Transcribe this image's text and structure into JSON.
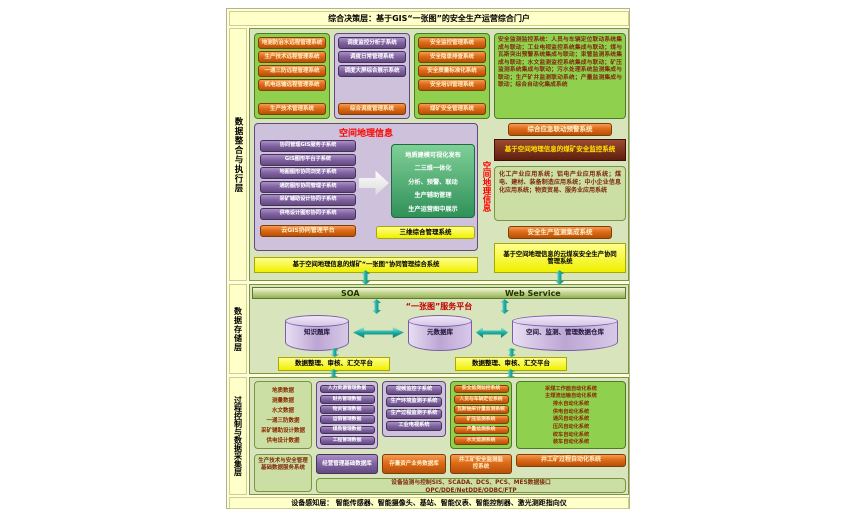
{
  "colors": {
    "accent_orange": "#DD6B17",
    "accent_purple": "#7F63A1",
    "accent_green": "#8FD14F",
    "lavender": "#CDC1DB",
    "highlight_yellow": "#FFFF00",
    "connector_teal": "#18A89B",
    "dark_red_bar": "#5E1F0E",
    "layer_background": "#D8E4BC",
    "banner_background": "#FFFFC9"
  },
  "banners": {
    "top": "综合决策层：基于GIS“一张图”的安全生产运营综合门户",
    "bottom": "设备感知层： 智能传感器、智能摄像头、基站、智能仪表、智能控制器、激光测距指向仪"
  },
  "integration": {
    "label": "数据整合与执行层",
    "remote_box": {
      "items": [
        "地测防治水远程管理系统",
        "生产技术远程管理系统",
        "一通三防远程管理系统",
        "机电运输远程管理系统"
      ],
      "footer": "生产技术管理系统"
    },
    "dispatch_box": {
      "items": [
        "调度监控分析子系统",
        "调度日常管理系统",
        "调度大屏综合展示系统"
      ],
      "footer": "综合调度管理系统"
    },
    "safety_box": {
      "items": [
        "安全监控管理系统",
        "安全隐患排查系统",
        "安全质量标准化系统",
        "安全培训管理系统"
      ],
      "footer": "煤矿安全管理系统"
    },
    "monitoring_box": {
      "text": "安全监测监控系统：人员与车辆定位联动系统集成与联动；工业电视监控系统集成与联动；煤与瓦斯突出预警系统集成与联动；束管监测系统集成与联动；水文监测监控系统集成与联动；矿压监测系统集成与联动；污水处理系统监测集成与联动；生产矿井监测联动系统；产量监测集成与联动；综合自动化集成系统"
    },
    "emergency_button": "综合应急联动预警系统",
    "gis_monitor_bar": "基于空间地理信息的煤矿安全监控系统",
    "spatial": {
      "title": "空间地理信息",
      "side_label": "空间地理信息",
      "gis_items": [
        "协同管理GIS服务子系统",
        "GIS图形平台子系统",
        "地图图形协同浏览子系统",
        "通防图形协同管理子系统",
        "采矿辅助设计协同子系统",
        "供电设计图形协同子系统"
      ],
      "gis_footer": "云GIS协同管理平台",
      "capabilities": [
        "地质建模可视化发布",
        "二三维一体化",
        "分析、预警、联动",
        "生产辅助管理",
        "生产运营图中展示"
      ],
      "three_d_button": "三维综合管理系统"
    },
    "industry_box": {
      "text": "化工产业应用系统；铝电产业应用系统；煤电、建材、装备制造应用系统；中小企业信息化应用系统；物资贸易、服务业应用系统"
    },
    "safety_collect_button": "安全生产监测集成系统",
    "bottom_bar_left": "基于空间地理信息的煤矿“一张图”协同管理综合系统",
    "bottom_bar_right": "基于空间地理信息的云煤炭安全生产协同管理系统"
  },
  "service_bus": {
    "soa": "SOA",
    "web_service": "Web Service",
    "platform": "“一张图”服务平台"
  },
  "storage": {
    "label": "数据存储层",
    "databases": [
      "知识题库",
      "元数据库",
      "空间、监测、管理数据仓库"
    ],
    "platforms": [
      "数据整理、审核、汇交平台",
      "数据整理、审核、汇交平台"
    ]
  },
  "process": {
    "label": "过程控制与数据采集层",
    "tech_data_box": {
      "items": [
        "地质数据",
        "测量数据",
        "水文数据",
        "一通三防数据",
        "采矿辅助设计数据",
        "供电设计数据"
      ],
      "footer": "生产技术与安全管理基础数据服务系统"
    },
    "business_data_box": {
      "items": [
        "人力资源管理数据",
        "财务管理数据",
        "物资管理数据",
        "运销管理数据",
        "煤质管理数据",
        "工程管理数据"
      ],
      "footer": "经营管理基础数据库"
    },
    "video_box": {
      "items": [
        "视频监控子系统",
        "生产环境监测子系统",
        "生产过程监测子系统",
        "工业电视系统"
      ]
    },
    "asset_db_button": "存量资产业务数据库",
    "monitor_box": {
      "items": [
        "安全监测监控系统",
        "人员与车辆定位系统",
        "瓦斯抽采计量监测系统",
        "矿压监测系统",
        "产量监测系统",
        "水文监测系统"
      ],
      "footer": "井工矿安全监测监控系统"
    },
    "automation_box": {
      "items": [
        "采煤工作面自动化系统",
        "主煤流运输自动化系统",
        "排水自动化系统",
        "供电自动化系统",
        "通风自动化系统",
        "压风自动化系统",
        "绞车自动化系统",
        "装车自动化系统"
      ],
      "footer": "井工矿过程自动化系统"
    },
    "device_interface": {
      "line1": "设备监测与控制SIS、SCADA、DCS、PCS、MES数据接口",
      "line2": "OPC/DDE/NetDDE/ODBC/FTP"
    }
  }
}
